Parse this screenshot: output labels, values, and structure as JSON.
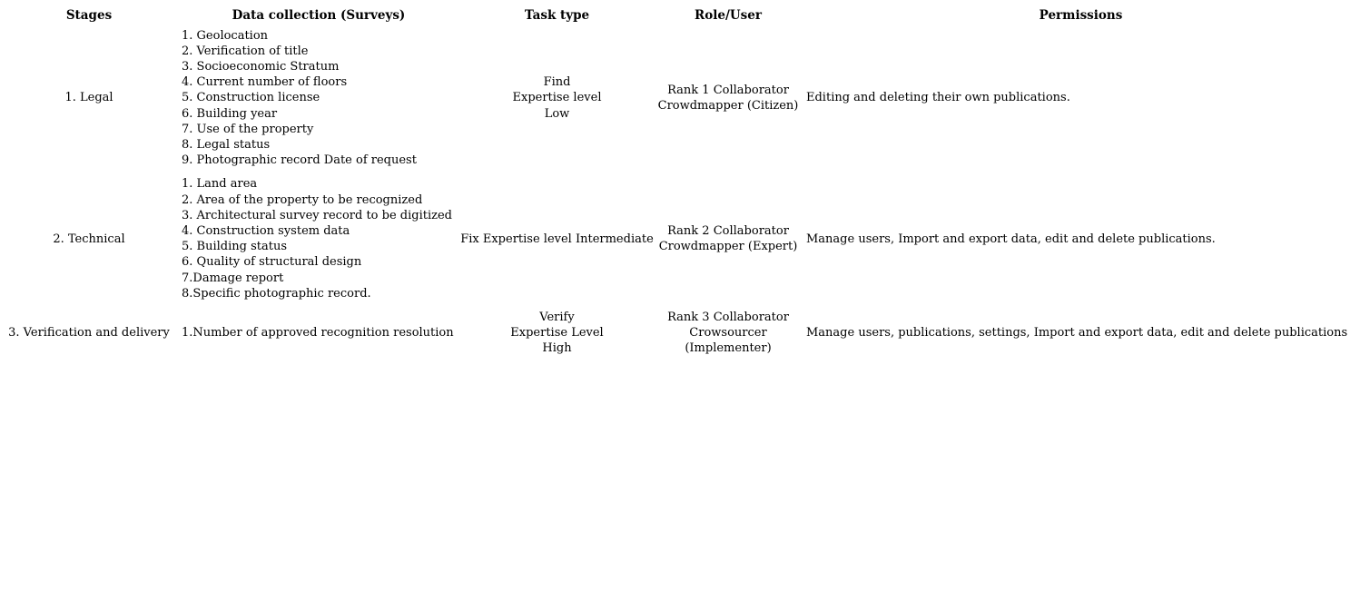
{
  "table": {
    "headers": {
      "stages": "Stages",
      "data_collection": "Data collection (Surveys)",
      "task_type": "Task type",
      "role_user": "Role/User",
      "permissions": "Permissions"
    },
    "rows": [
      {
        "stage": "1. Legal",
        "data_collection": [
          "1. Geolocation",
          "2. Verification of title",
          "3. Socioeconomic Stratum",
          "4. Current number of floors",
          "5. Construction license",
          "6. Building year",
          "7. Use of the property",
          "8. Legal status",
          "9. Photographic record Date of request"
        ],
        "task_type": [
          "Find",
          "Expertise level",
          "Low"
        ],
        "role_user": [
          "Rank 1 Collaborator",
          "Crowdmapper (Citizen)"
        ],
        "permissions": "Editing and deleting their own publications."
      },
      {
        "stage": "2. Technical",
        "data_collection": [
          "1. Land area",
          "2. Area of the property to be recognized",
          "3. Architectural survey record to be digitized",
          "4. Construction system data",
          "5. Building status",
          "6. Quality of structural design",
          "7.Damage report",
          "8.Specific photographic record."
        ],
        "task_type": [
          "Fix Expertise level Intermediate"
        ],
        "role_user": [
          "Rank 2 Collaborator",
          "Crowdmapper (Expert)"
        ],
        "permissions": "Manage users, Import and export data, edit and delete publications."
      },
      {
        "stage": "3. Verification and delivery",
        "data_collection": [
          "1.Number of approved recognition resolution"
        ],
        "task_type": [
          "Verify",
          "Expertise Level",
          "High"
        ],
        "role_user": [
          "Rank 3 Collaborator",
          "Crowsourcer",
          "(Implementer)"
        ],
        "permissions": "Manage users, publications, settings, Import and export data, edit and delete publications"
      }
    ]
  }
}
